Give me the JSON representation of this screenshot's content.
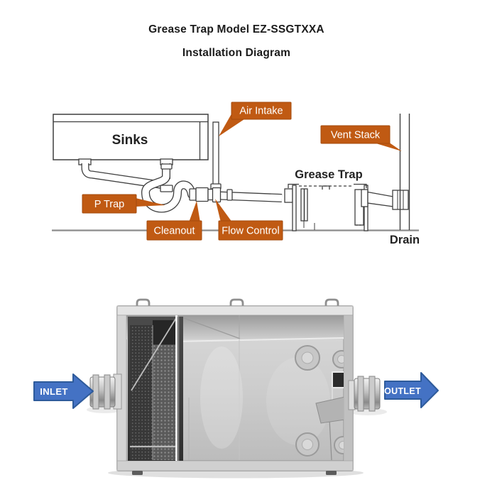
{
  "header": {
    "title_line1": "Grease Trap Model EZ-SSGTXXA",
    "title_line2": "Installation Diagram"
  },
  "diagram": {
    "labels": {
      "sinks": "Sinks",
      "air_intake": "Air Intake",
      "vent_stack": "Vent Stack",
      "grease_trap": "Grease Trap",
      "p_trap": "P Trap",
      "cleanout": "Cleanout",
      "flow_control": "Flow Control",
      "drain": "Drain"
    },
    "colors": {
      "callout_orange": "#c05a13",
      "callout_border": "#a34b0d",
      "callout_text": "#ffffff",
      "line": "#3f3f3f",
      "ground_line": "#8c8c8c"
    }
  },
  "photo": {
    "inlet_label": "INLET",
    "outlet_label": "OUTLET",
    "arrow_fill": "#4472c4",
    "arrow_border": "#2e5b9b",
    "arrow_text": "#ffffff"
  }
}
